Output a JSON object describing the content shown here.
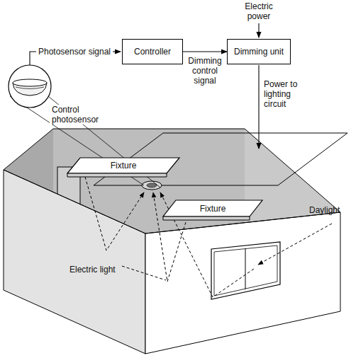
{
  "diagram": {
    "nodes": [
      {
        "text": [
          "Controller"
        ]
      },
      {
        "text": [
          "Dimming unit"
        ]
      },
      {
        "text": [
          "Fixture"
        ]
      },
      {
        "text": [
          "Fixture"
        ]
      }
    ],
    "edges": [
      {
        "from": 0,
        "to": 1,
        "label": "Dimming control signal",
        "arrow": "to"
      }
    ],
    "labels": [
      "Photosensor signal",
      "Electric power",
      "Power to lighting circuit",
      "Control photosensor",
      "Electric light",
      "Daylight"
    ]
  }
}
